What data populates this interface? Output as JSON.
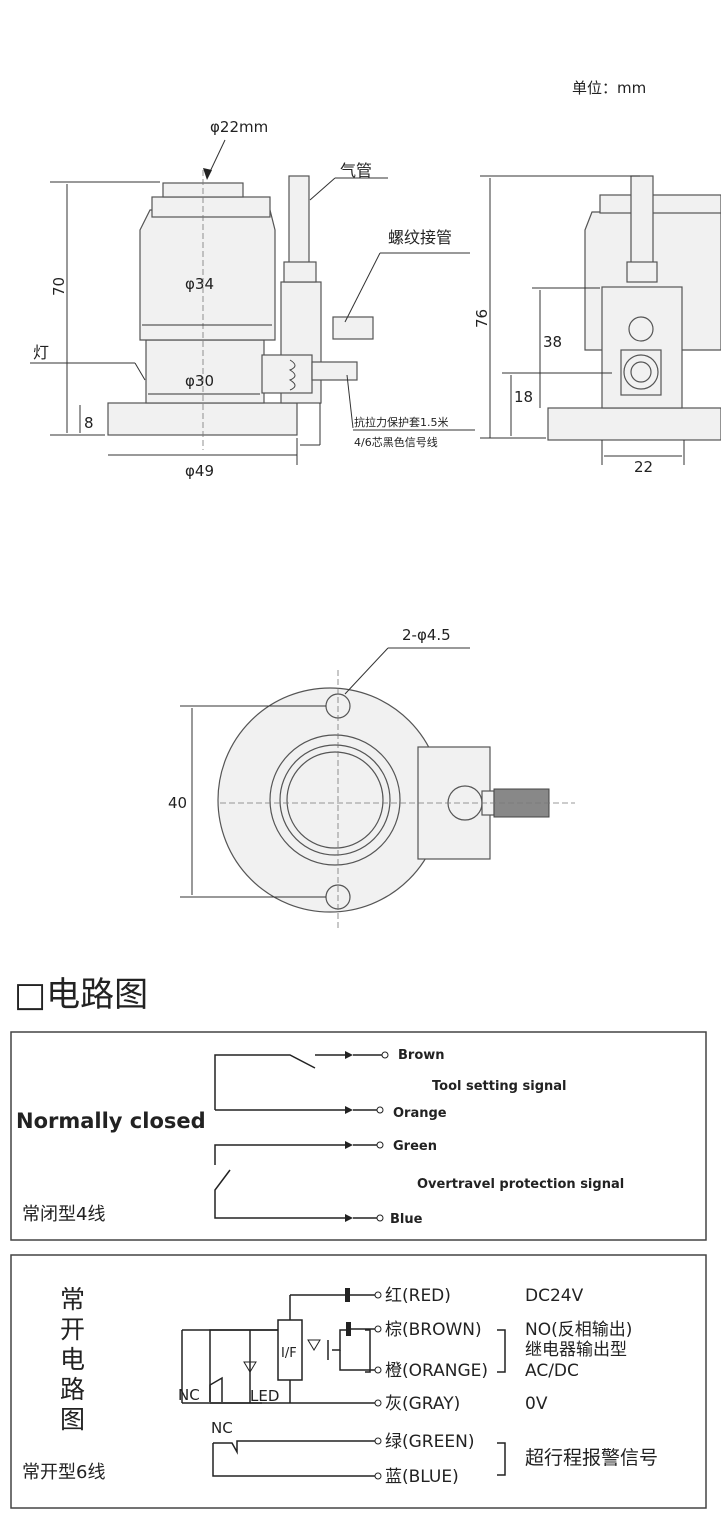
{
  "unit_label": "单位：mm",
  "side_view": {
    "phi22": "φ22mm",
    "air_pipe": "气管",
    "thread_fitting": "螺纹接管",
    "height70": "70",
    "lamp": "灯",
    "phi34": "φ34",
    "phi30": "φ30",
    "base8": "8",
    "phi49": "φ49",
    "cable_line1": "抗拉力保护套1.5米",
    "cable_line2": "4/6芯黑色信号线"
  },
  "front_view": {
    "h76": "76",
    "h38": "38",
    "h18": "18",
    "w22": "22"
  },
  "top_view": {
    "holes": "2-φ4.5",
    "d40": "40"
  },
  "circuit_heading": "□电路图",
  "nc_circuit": {
    "title_en": "Normally closed",
    "title_cn": "常闭型4线",
    "brown": "Brown",
    "tool_signal": "Tool setting signal",
    "orange": "Orange",
    "green": "Green",
    "overtravel": "Overtravel protection signal",
    "blue": "Blue"
  },
  "no_circuit": {
    "vertical_title": [
      "常",
      "开",
      "电",
      "路",
      "图"
    ],
    "title_cn": "常开型6线",
    "red": "红(RED)",
    "brown": "棕(BROWN)",
    "orange": "橙(ORANGE)",
    "gray": "灰(GRAY)",
    "green": "绿(GREEN)",
    "blue": "蓝(BLUE)",
    "dc24v": "DC24V",
    "no_out": "NO(反相输出)",
    "relay": "继电器输出型",
    "acdc": "AC/DC",
    "zero_v": "0V",
    "alarm": "超行程报警信号",
    "nc1": "NC",
    "led": "LED",
    "nc2": "NC",
    "if": "I/F"
  }
}
